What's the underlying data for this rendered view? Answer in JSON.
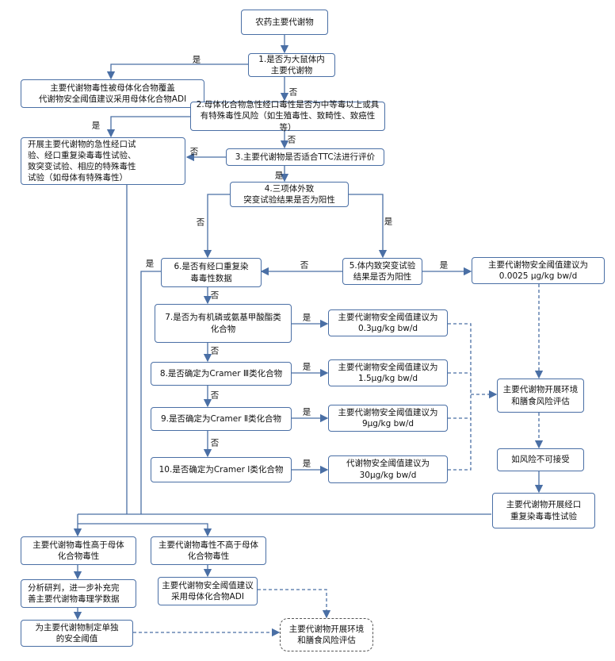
{
  "nodes": {
    "start": "农药主要代谢物",
    "q1": "1.是否为大鼠体内\n主要代谢物",
    "cover_adi": "主要代谢物毒性被母体化合物覆盖\n代谢物安全阈值建议采用母体化合物ADI",
    "q2": "2.母体化合物急性经口毒性是否为中等毒以上或具\n有特殊毒性风险（如生殖毒性、致畸性、致癌性等）",
    "tests": "开展主要代谢物的急性经口试\n验、经口重复染毒毒性试验、\n致突变试验、相应的特殊毒性\n试验（如母体有特殊毒性）",
    "q3": "3.主要代谢物是否适合TTC法进行评价",
    "q4": "4.三项体外致\n突变试验结果是否为阳性",
    "q5": "5.体内致突变试验\n结果是否为阳性",
    "t0025": "主要代谢物安全阈值建议为\n0.0025 μg/kg bw/d",
    "q6": "6.是否有经口重复染\n毒毒性数据",
    "q7": "7.是否为有机磷或氨基甲酸酯类\n化合物",
    "t03": "主要代谢物安全阈值建议为\n0.3μg/kg bw/d",
    "q8": "8.是否确定为Cramer Ⅲ类化合物",
    "t15": "主要代谢物安全阈值建议为\n1.5μg/kg bw/d",
    "q9": "9.是否确定为Cramer Ⅱ类化合物",
    "t9": "主要代谢物安全阈值建议为\n9μg/kg bw/d",
    "q10": "10.是否确定为Cramer Ⅰ类化合物",
    "t30": "代谢物安全阈值建议为\n30μg/kg bw/d",
    "exposure1": "主要代谢物开展环境\n和膳食风险评估",
    "unacceptable": "如风险不可接受",
    "repeat_test": "主要代谢物开展经口\n重复染毒毒性试验",
    "higher": "主要代谢物毒性高于母体\n化合物毒性",
    "not_higher": "主要代谢物毒性不高于母体\n化合物毒性",
    "analyze": "分析研判，进一步补充完\n善主要代谢物毒理学数据",
    "use_adi": "主要代谢物安全阈值建议\n采用母体化合物ADI",
    "set_threshold": "为主要代谢物制定单独\n的安全阈值",
    "exposure2": "主要代谢物开展环境\n和膳食风险评估"
  },
  "labels": {
    "yes": "是",
    "no": "否"
  },
  "colors": {
    "box_border": "#4a6fa5",
    "arrow": "#4a6fa5",
    "dashed_arrow": "#4a6fa5"
  }
}
